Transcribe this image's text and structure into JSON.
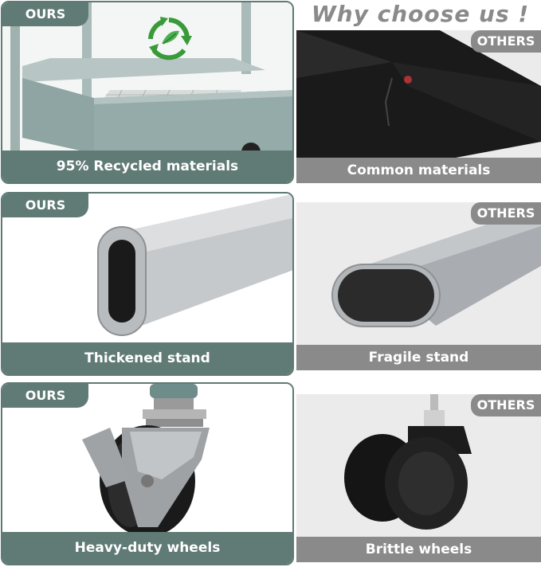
{
  "heading": "Why choose us !",
  "labels": {
    "ours": "OURS",
    "others": "OTHERS"
  },
  "comparisons": [
    {
      "ours_caption": "95% Recycled materials",
      "others_caption": "Common materials"
    },
    {
      "ours_caption": "Thickened stand",
      "others_caption": "Fragile stand"
    },
    {
      "ours_caption": "Heavy-duty wheels",
      "others_caption": "Brittle wheels"
    }
  ],
  "colors": {
    "ours_accent": "#607a75",
    "others_accent": "#8a8a8a",
    "cart_body": "#8fa5a3",
    "recycle_green": "#3a9a3a"
  },
  "icons": [
    "recycle-icon"
  ]
}
